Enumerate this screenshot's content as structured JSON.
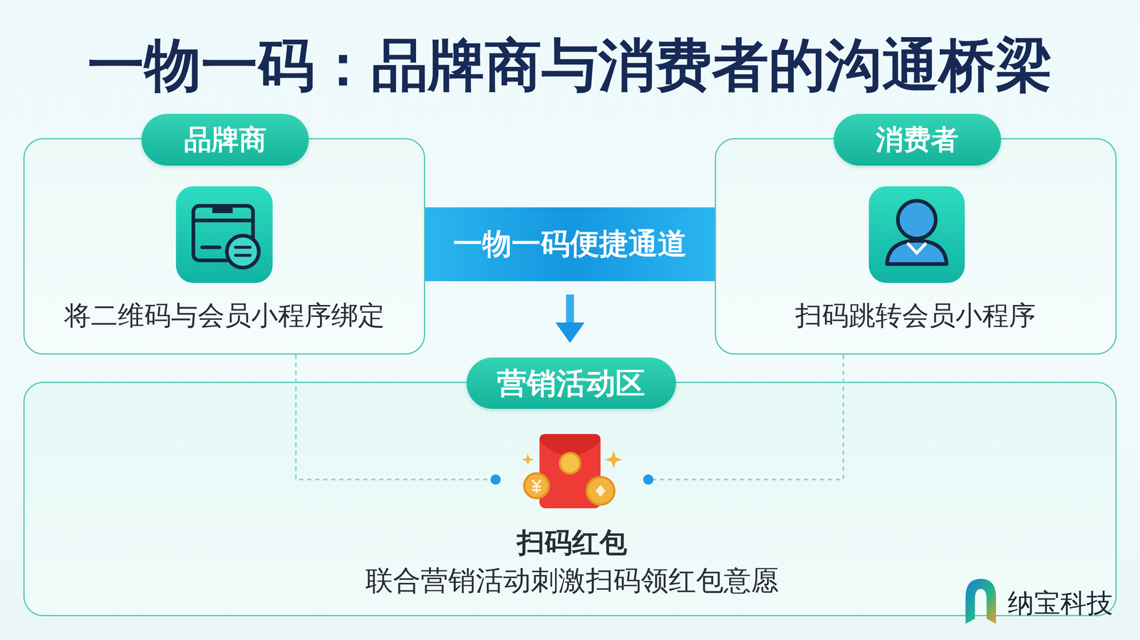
{
  "diagram": {
    "title": "一物一码：品牌商与消费者的沟通桥梁",
    "nodes": [
      {
        "text": [
          "品牌商",
          "将二维码与会员小程序绑定"
        ]
      },
      {
        "text": [
          "一物一码便捷通道"
        ]
      },
      {
        "text": [
          "消费者",
          "扫码跳转会员小程序"
        ]
      },
      {
        "text": [
          "营销活动区"
        ]
      },
      {
        "text": [
          "扫码红包",
          "联合营销活动刺激扫码领红包意愿"
        ],
        "in": 3
      }
    ],
    "edges": [
      {
        "from": 1,
        "to": 3,
        "arrow": "to"
      },
      {
        "from": 0,
        "to": 4,
        "arrow": "none"
      },
      {
        "from": 2,
        "to": 4,
        "arrow": "none"
      }
    ],
    "labels": [
      "纳宝科技"
    ]
  }
}
